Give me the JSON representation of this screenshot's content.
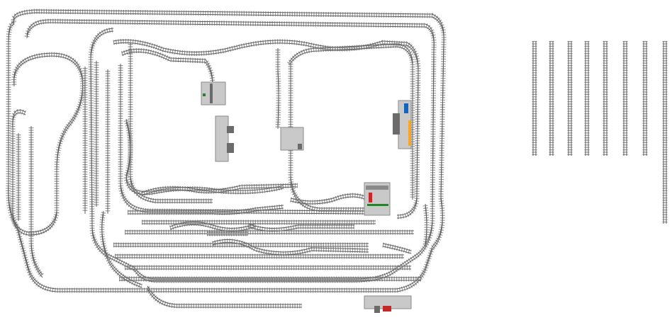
{
  "diagram": {
    "kind": "train-track-layout",
    "track_color": "#8c8c8c",
    "rail_color": "#5e5e5e",
    "building_color": "#c9c9c9",
    "accent_colors": [
      "#2e7d32",
      "#c62828",
      "#f9a825",
      "#1565c0"
    ],
    "layout_track_runs": 40,
    "loose_straight_track_pieces": 9,
    "building_icons": [
      "station-icon",
      "depot-icon",
      "crossing-icon",
      "signal-box-icon",
      "platform-icon",
      "factory-icon"
    ]
  }
}
